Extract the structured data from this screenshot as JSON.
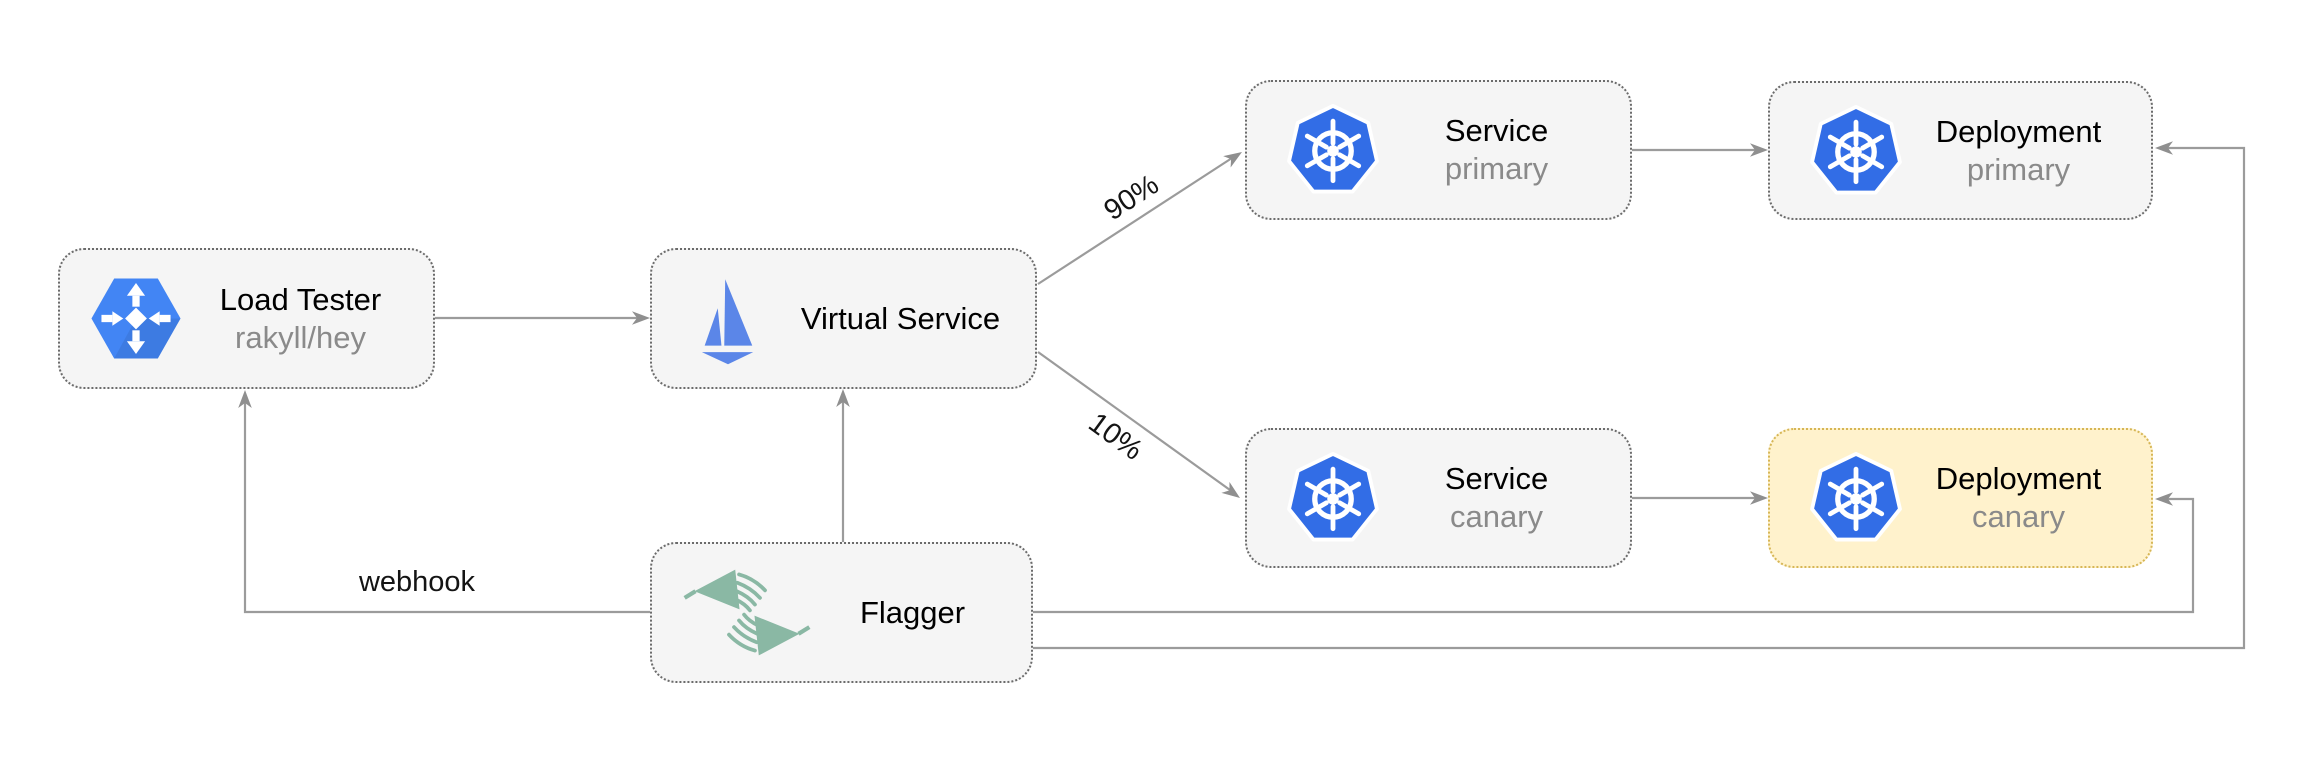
{
  "diagram": {
    "nodes": {
      "load_tester": {
        "title": "Load Tester",
        "subtitle": "rakyll/hey"
      },
      "virtual_service": {
        "title": "Virtual Service"
      },
      "service_primary": {
        "title": "Service",
        "subtitle": "primary"
      },
      "deployment_primary": {
        "title": "Deployment",
        "subtitle": "primary"
      },
      "service_canary": {
        "title": "Service",
        "subtitle": "canary"
      },
      "deployment_canary": {
        "title": "Deployment",
        "subtitle": "canary"
      },
      "flagger": {
        "title": "Flagger"
      }
    },
    "edges": {
      "traffic_primary": {
        "label": "90%"
      },
      "traffic_canary": {
        "label": "10%"
      },
      "webhook": {
        "label": "webhook"
      }
    },
    "colors": {
      "kubernetes_blue": "#326de6",
      "istio_blue": "#5b86e8",
      "load_balancer_blue": "#4285f4",
      "flagger_green": "#8ab8a4",
      "node_fill": "#f5f5f5",
      "node_border": "#6b6b6b",
      "canary_highlight_fill": "#fff2cc",
      "canary_highlight_border": "#d6b656",
      "connector_gray": "#9b9b9b"
    }
  }
}
